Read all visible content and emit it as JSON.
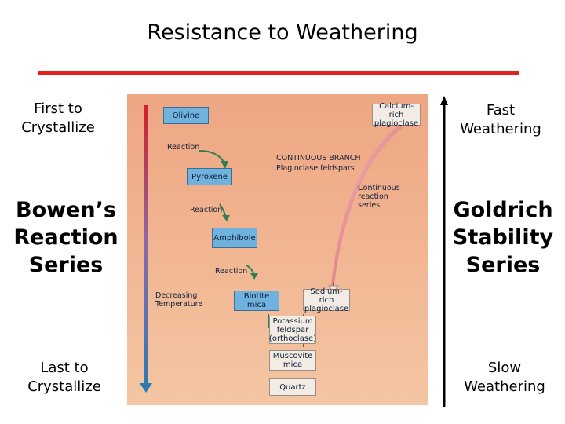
{
  "title": "Resistance to Weathering",
  "left": {
    "top_label": "First to Crystallize",
    "middle_label": "Bowen’s Reaction Series",
    "bottom_label": "Last to Crystallize"
  },
  "right": {
    "top_label": "Fast Weathering",
    "middle_label": "Goldrich Stability Series",
    "bottom_label": "Slow Weathering"
  },
  "figure": {
    "boxes": {
      "olivine": "Olivine",
      "calcium_plag": "Calcium-rich plagioclase",
      "pyroxene": "Pyroxene",
      "amphibole": "Amphibole",
      "biotite": "Biotite mica",
      "sodium_plag": "Sodium-rich plagioclase",
      "potassium": "Potassium feldspar (orthoclase)",
      "muscovite": "Muscovite mica",
      "quartz": "Quartz"
    },
    "labels": {
      "reaction_1": "Reaction",
      "reaction_2": "Reaction",
      "reaction_3": "Reaction",
      "continuous_branch": "CONTINUOUS BRANCH",
      "plag_feldspars": "Plagioclase feldspars",
      "continuous_series": "Continuous reaction series",
      "decreasing_temp": "Decreasing Temperature"
    }
  },
  "colors": {
    "title_rule": "#e8201c",
    "box_fill": "#6fb2dd",
    "panel_top": "#eea683",
    "arrow_green": "#2f7f4f",
    "arrow_red": "#d2343a",
    "temp_arrow_top": "#d32027",
    "temp_arrow_bottom": "#2e7ab5"
  }
}
